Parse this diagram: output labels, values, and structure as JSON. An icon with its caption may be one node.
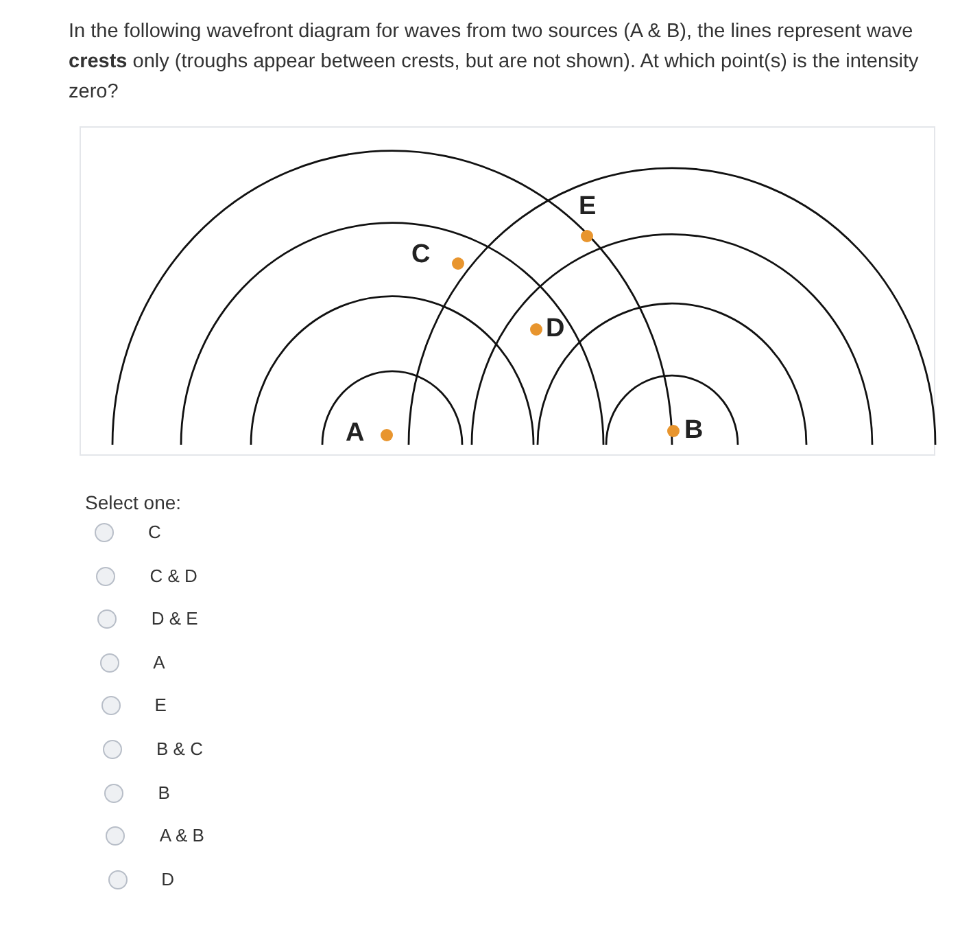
{
  "diagram": {
    "title": "In the following wavefront diagram for waves from two sources (A & B), the lines represent wave **crests** only (troughs appear between crests, but are not shown). At which point(s) is the intensity zero?",
    "labels": [
      "E",
      "C",
      "D",
      "A",
      "B",
      "Select one:",
      "C",
      "C & D",
      "D & E",
      "A",
      "E",
      "B & C",
      "B",
      "A & B",
      "D"
    ]
  }
}
